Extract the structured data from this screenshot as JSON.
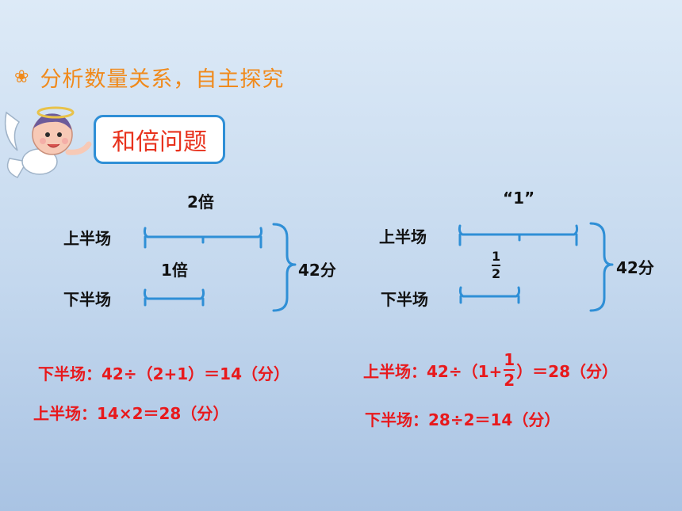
{
  "header": {
    "icon": "flower-icon",
    "title": "分析数量关系，自主探究"
  },
  "mascot": {
    "icon": "angel-mascot-icon"
  },
  "topic": {
    "label": "和倍问题"
  },
  "left_diagram": {
    "top_label": "2倍",
    "row1_label": "上半场",
    "middle_label": "1倍",
    "row2_label": "下半场",
    "total_label": "42分"
  },
  "right_diagram": {
    "top_label": "“1”",
    "row1_label": "上半场",
    "frac_num": "1",
    "frac_den": "2",
    "row2_label": "下半场",
    "total_label": "42分"
  },
  "formulas": {
    "left_1": "下半场：42÷（2+1）＝14（分）",
    "left_2": "上半场：14×2＝28（分）",
    "right_1_prefix": "上半场：42÷（1+",
    "right_1_frac_num": "1",
    "right_1_frac_den": "2",
    "right_1_suffix": "）＝28（分）",
    "right_2": "下半场：28÷2＝14（分）"
  },
  "colors": {
    "accent": "#f08a1c",
    "brace": "#2f8fd6",
    "formula": "#e8191c",
    "topic_text": "#e8321d"
  }
}
